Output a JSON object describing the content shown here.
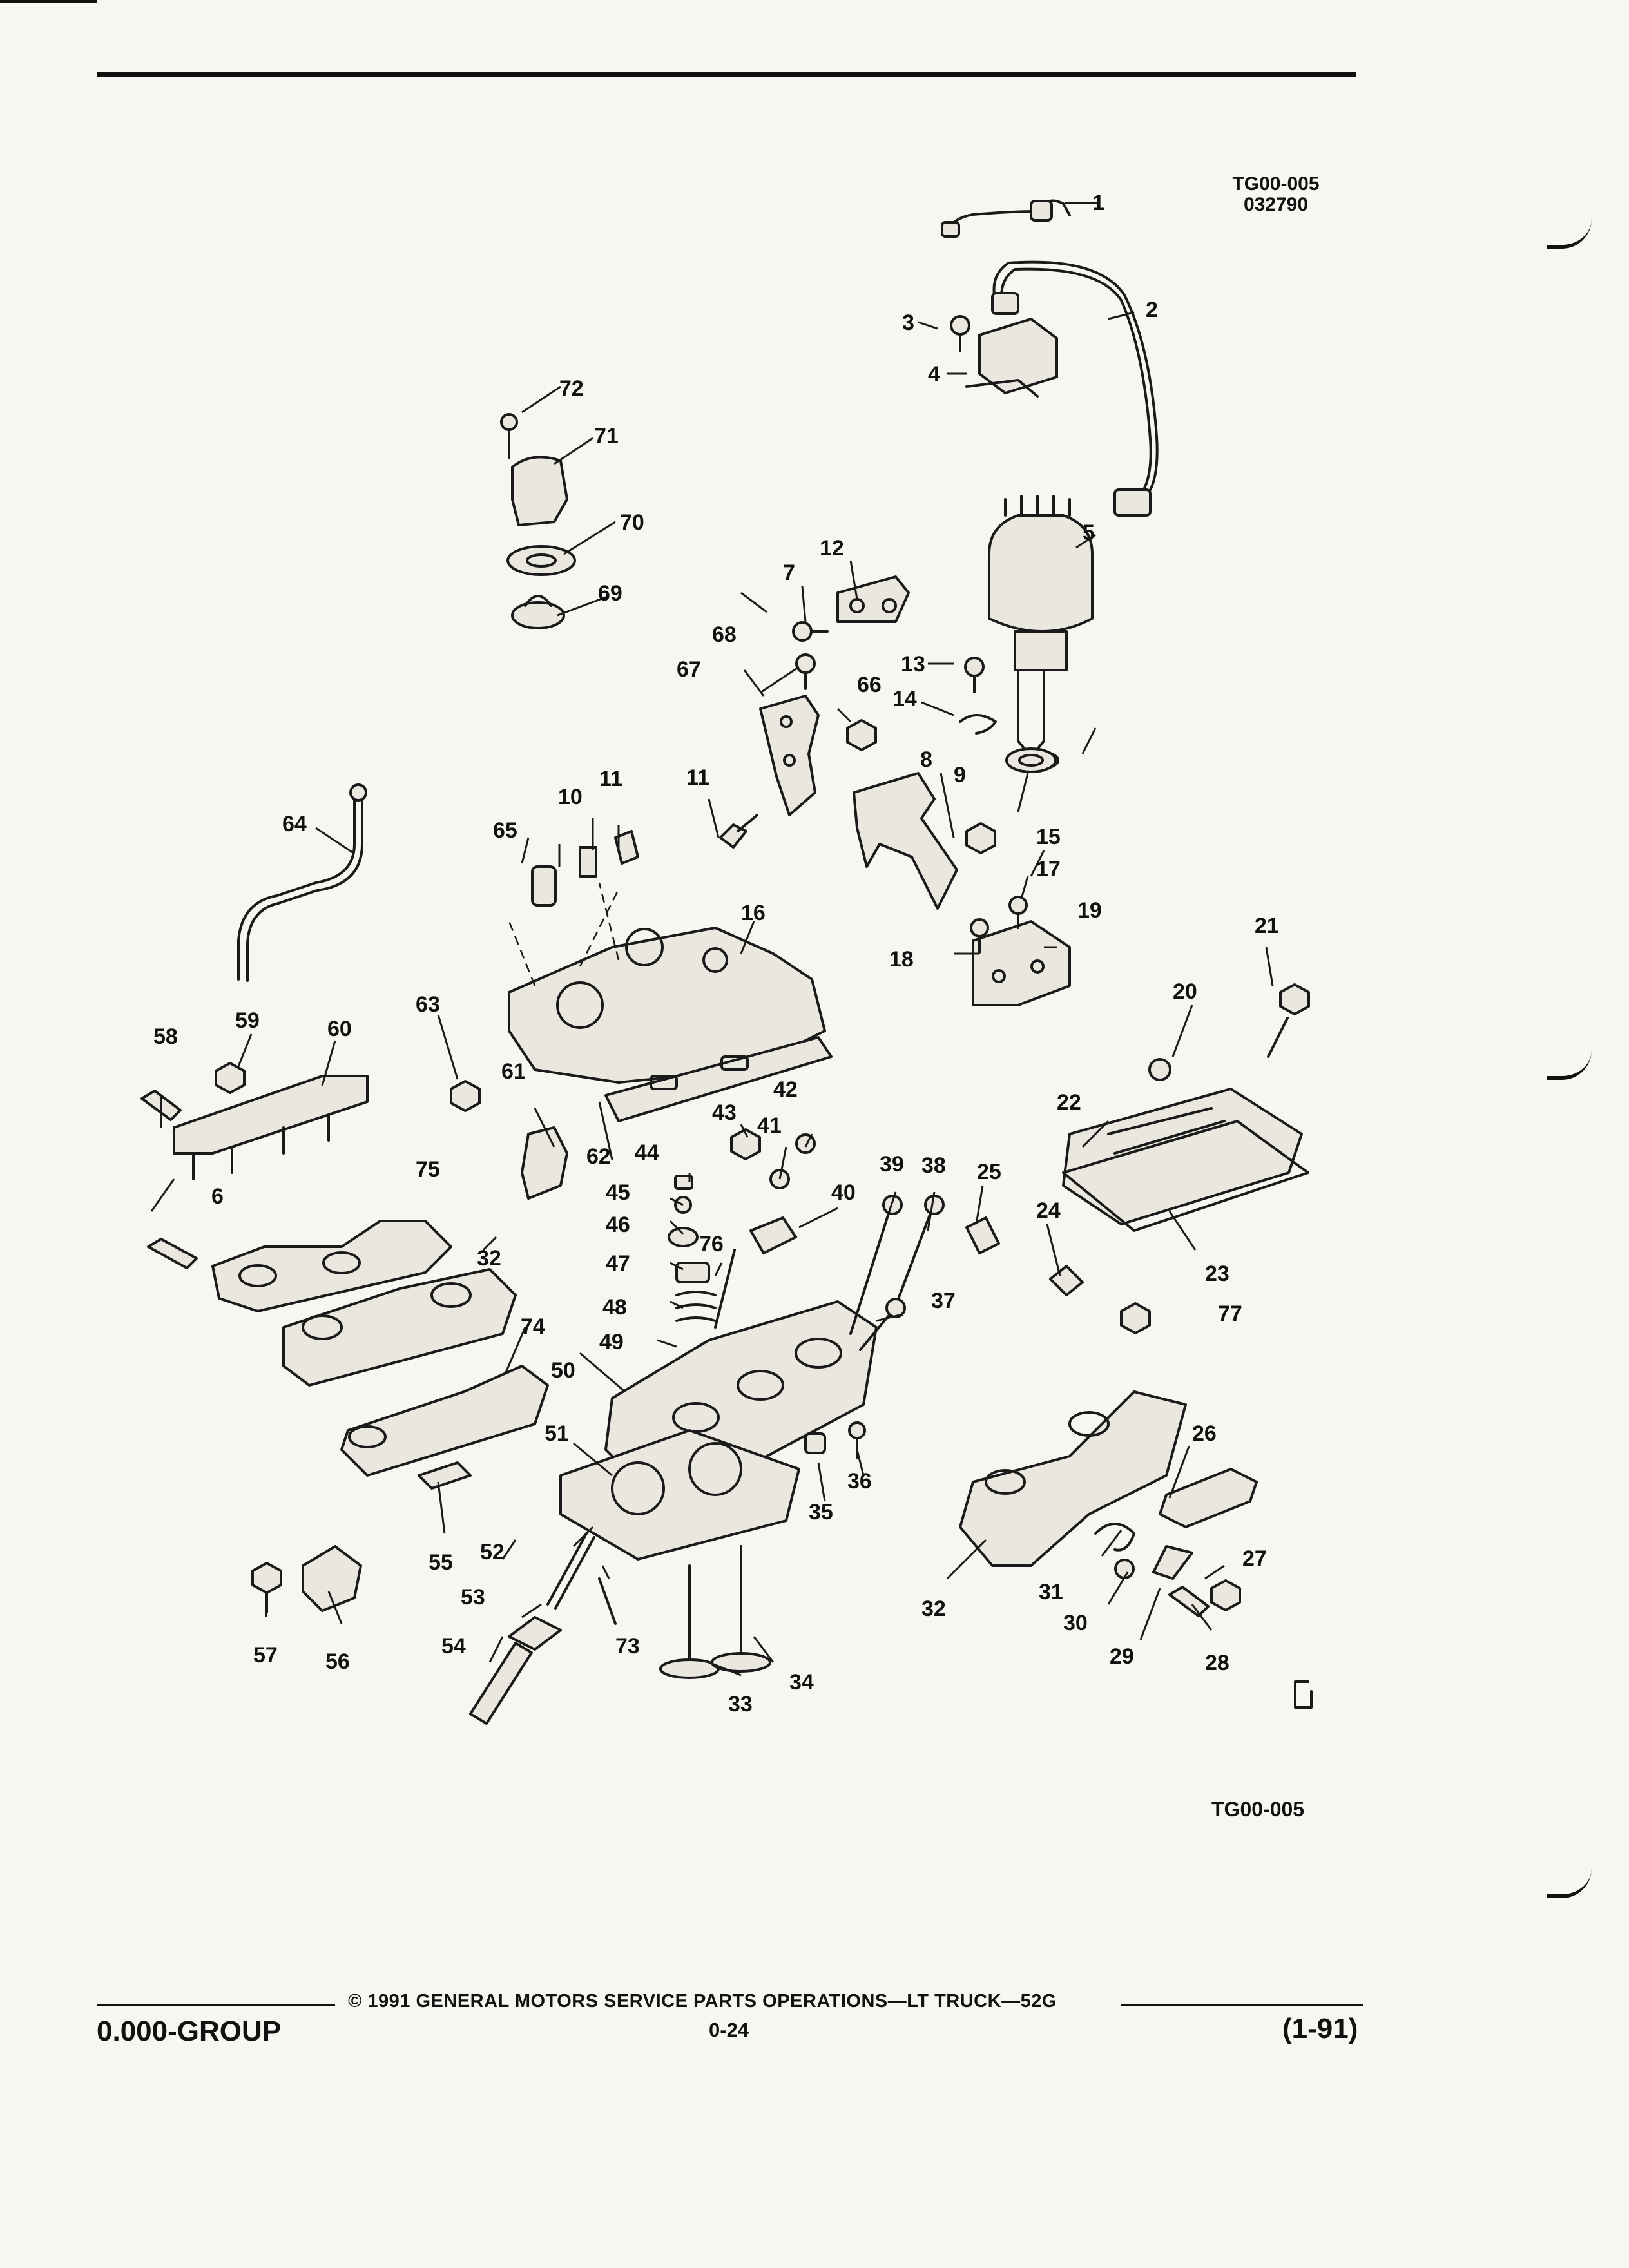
{
  "header": {
    "figure_code": "TG00-005",
    "date_code": "032790"
  },
  "figure_ref_bottom": "TG00-005",
  "footer": {
    "group": "0.000-GROUP",
    "copyright": "© 1991 GENERAL MOTORS SERVICE PARTS OPERATIONS—LT TRUCK—52G",
    "page": "0-24",
    "revision": "(1-91)"
  },
  "callouts": [
    {
      "n": "1"
    },
    {
      "n": "2"
    },
    {
      "n": "3"
    },
    {
      "n": "4"
    },
    {
      "n": "5"
    },
    {
      "n": "6"
    },
    {
      "n": "7"
    },
    {
      "n": "8"
    },
    {
      "n": "9"
    },
    {
      "n": "10"
    },
    {
      "n": "11"
    },
    {
      "n": "11"
    },
    {
      "n": "12"
    },
    {
      "n": "13"
    },
    {
      "n": "14"
    },
    {
      "n": "15"
    },
    {
      "n": "16"
    },
    {
      "n": "17"
    },
    {
      "n": "18"
    },
    {
      "n": "19"
    },
    {
      "n": "20"
    },
    {
      "n": "21"
    },
    {
      "n": "22"
    },
    {
      "n": "23"
    },
    {
      "n": "24"
    },
    {
      "n": "25"
    },
    {
      "n": "26"
    },
    {
      "n": "27"
    },
    {
      "n": "28"
    },
    {
      "n": "29"
    },
    {
      "n": "30"
    },
    {
      "n": "31"
    },
    {
      "n": "32"
    },
    {
      "n": "32"
    },
    {
      "n": "33"
    },
    {
      "n": "34"
    },
    {
      "n": "35"
    },
    {
      "n": "36"
    },
    {
      "n": "37"
    },
    {
      "n": "38"
    },
    {
      "n": "39"
    },
    {
      "n": "40"
    },
    {
      "n": "41"
    },
    {
      "n": "42"
    },
    {
      "n": "43"
    },
    {
      "n": "44"
    },
    {
      "n": "45"
    },
    {
      "n": "46"
    },
    {
      "n": "47"
    },
    {
      "n": "48"
    },
    {
      "n": "49"
    },
    {
      "n": "50"
    },
    {
      "n": "51"
    },
    {
      "n": "52"
    },
    {
      "n": "53"
    },
    {
      "n": "54"
    },
    {
      "n": "55"
    },
    {
      "n": "56"
    },
    {
      "n": "57"
    },
    {
      "n": "58"
    },
    {
      "n": "59"
    },
    {
      "n": "60"
    },
    {
      "n": "61"
    },
    {
      "n": "62"
    },
    {
      "n": "63"
    },
    {
      "n": "64"
    },
    {
      "n": "65"
    },
    {
      "n": "66"
    },
    {
      "n": "67"
    },
    {
      "n": "68"
    },
    {
      "n": "69"
    },
    {
      "n": "70"
    },
    {
      "n": "71"
    },
    {
      "n": "72"
    },
    {
      "n": "73"
    },
    {
      "n": "74"
    },
    {
      "n": "75"
    },
    {
      "n": "76"
    },
    {
      "n": "77"
    }
  ]
}
